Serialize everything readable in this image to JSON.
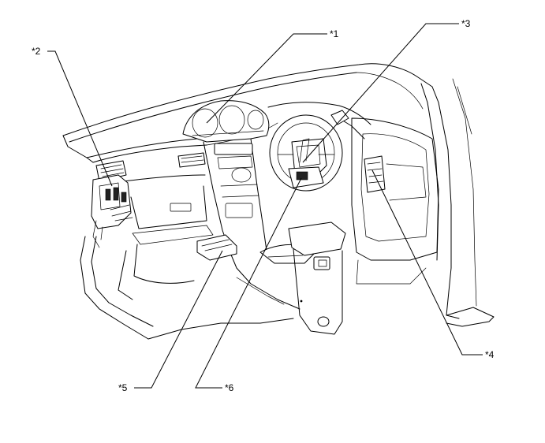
{
  "callouts": [
    {
      "id": "c1",
      "label": "*1"
    },
    {
      "id": "c2",
      "label": "*2"
    },
    {
      "id": "c3",
      "label": "*3"
    },
    {
      "id": "c4",
      "label": "*4"
    },
    {
      "id": "c5",
      "label": "*5"
    },
    {
      "id": "c6",
      "label": "*6"
    }
  ]
}
